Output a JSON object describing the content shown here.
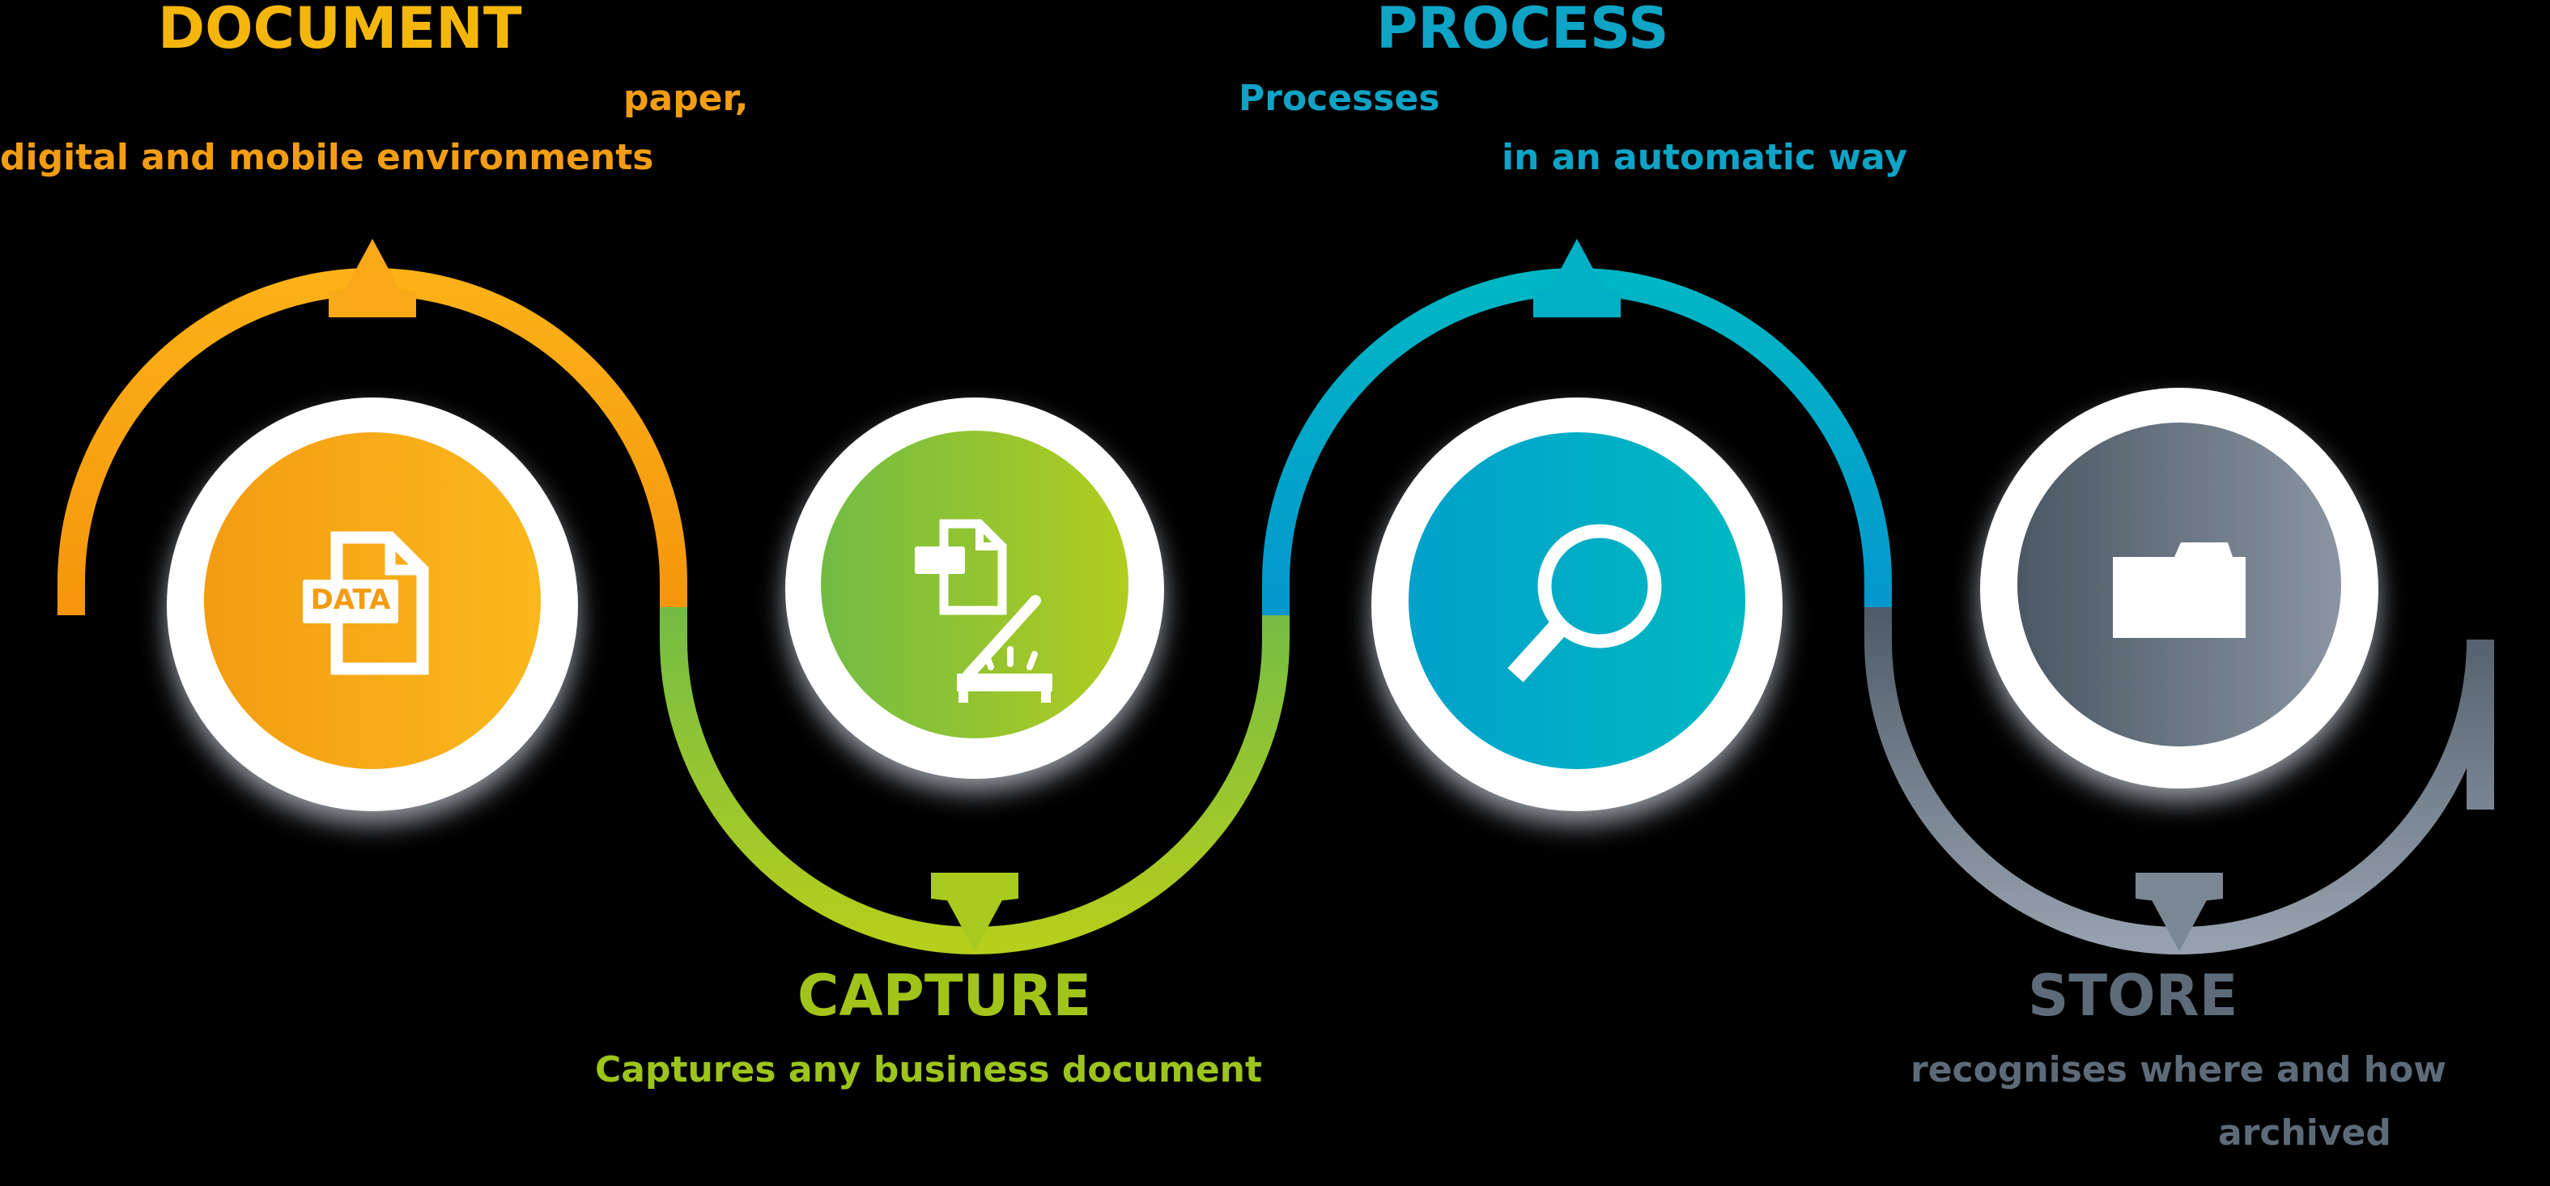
{
  "diagram": {
    "title": "Document Capture Process Store workflow",
    "background": "#000000",
    "steps": [
      {
        "id": "document",
        "title": "DOCUMENT",
        "sub_lines": [
          "paper,",
          "digital and mobile environments"
        ],
        "color": "#F5B60C",
        "arc_color": "#F9A11B",
        "sub_color": "#F29D14",
        "circle_color_from": "#F5A623",
        "circle_color_to": "#FBB615",
        "icon": "document-data-icon",
        "icon_label": "DATA",
        "arrow_direction": "up"
      },
      {
        "id": "capture",
        "title": "CAPTURE",
        "sub_lines": [
          "Captures any business document"
        ],
        "color": "#A1C41A",
        "arc_color": "#8DC63F",
        "sub_color": "#9DC41C",
        "circle_color_from": "#76BC43",
        "circle_color_to": "#AFCB1E",
        "icon": "scanner-document-icon",
        "icon_label": "",
        "arrow_direction": "down"
      },
      {
        "id": "process",
        "title": "PROCESS",
        "sub_lines": [
          "Processes",
          "in an automatic way"
        ],
        "color": "#0FA3C6",
        "arc_color": "#00ACC4",
        "sub_color": "#0FA3C6",
        "circle_color_from": "#00A2C8",
        "circle_color_to": "#00B5C4",
        "icon": "magnifier-icon",
        "icon_label": "",
        "arrow_direction": "up"
      },
      {
        "id": "store",
        "title": "STORE",
        "sub_lines": [
          "recognises where and how",
          "archived"
        ],
        "color": "#5D6B78",
        "arc_color": "#5B6B78",
        "sub_color": "#5D6B78",
        "circle_color_from": "#4D5A66",
        "circle_color_to": "#8892A0",
        "icon": "folder-icon",
        "icon_label": "",
        "arrow_direction": "down"
      }
    ]
  }
}
